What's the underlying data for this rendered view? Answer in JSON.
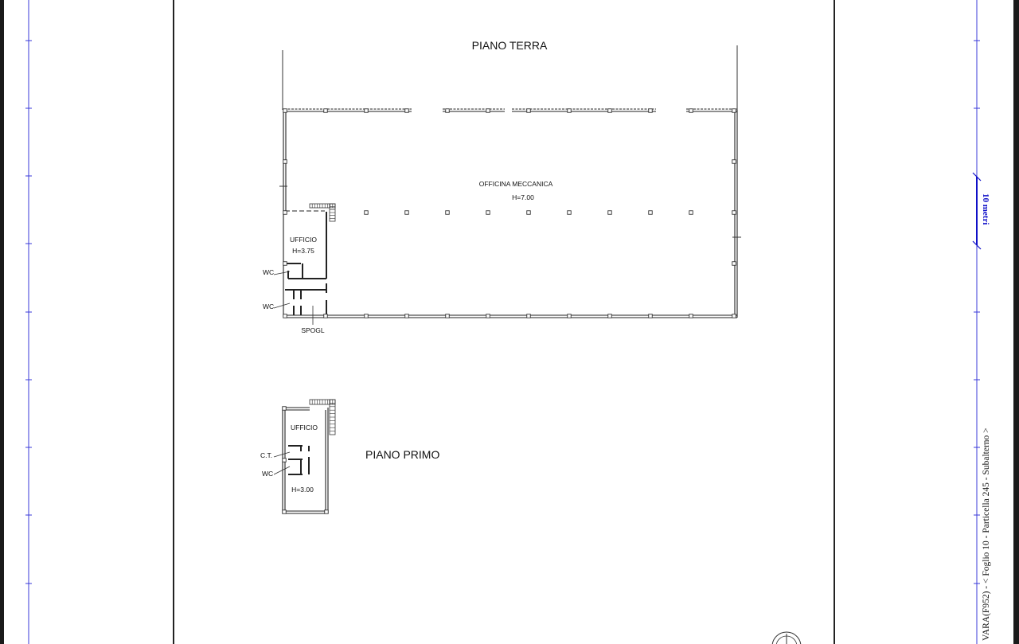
{
  "sheet": {
    "ground_floor_title": "PIANO TERRA",
    "first_floor_title": "PIANO PRIMO",
    "side_caption": "VARA(F952) - < Foglio 10 - Particella 245 - Subalterno >",
    "scale_label": "10 metri"
  },
  "ground_floor": {
    "workshop": {
      "name": "OFFICINA MECCANICA",
      "height": "H=7.00"
    },
    "office": {
      "name": "UFFICIO",
      "height": "H=3.75"
    },
    "wc_upper": "WC",
    "wc_lower": "WC",
    "changing_room": "SPOGL"
  },
  "first_floor": {
    "office": {
      "name": "UFFICIO",
      "height": "H=3.00"
    },
    "boiler_room": "C.T.",
    "wc": "WC"
  },
  "colors": {
    "ruler": "#3a3ad8",
    "frame": "#1a1a1a",
    "scale_text": "#1010c8"
  }
}
